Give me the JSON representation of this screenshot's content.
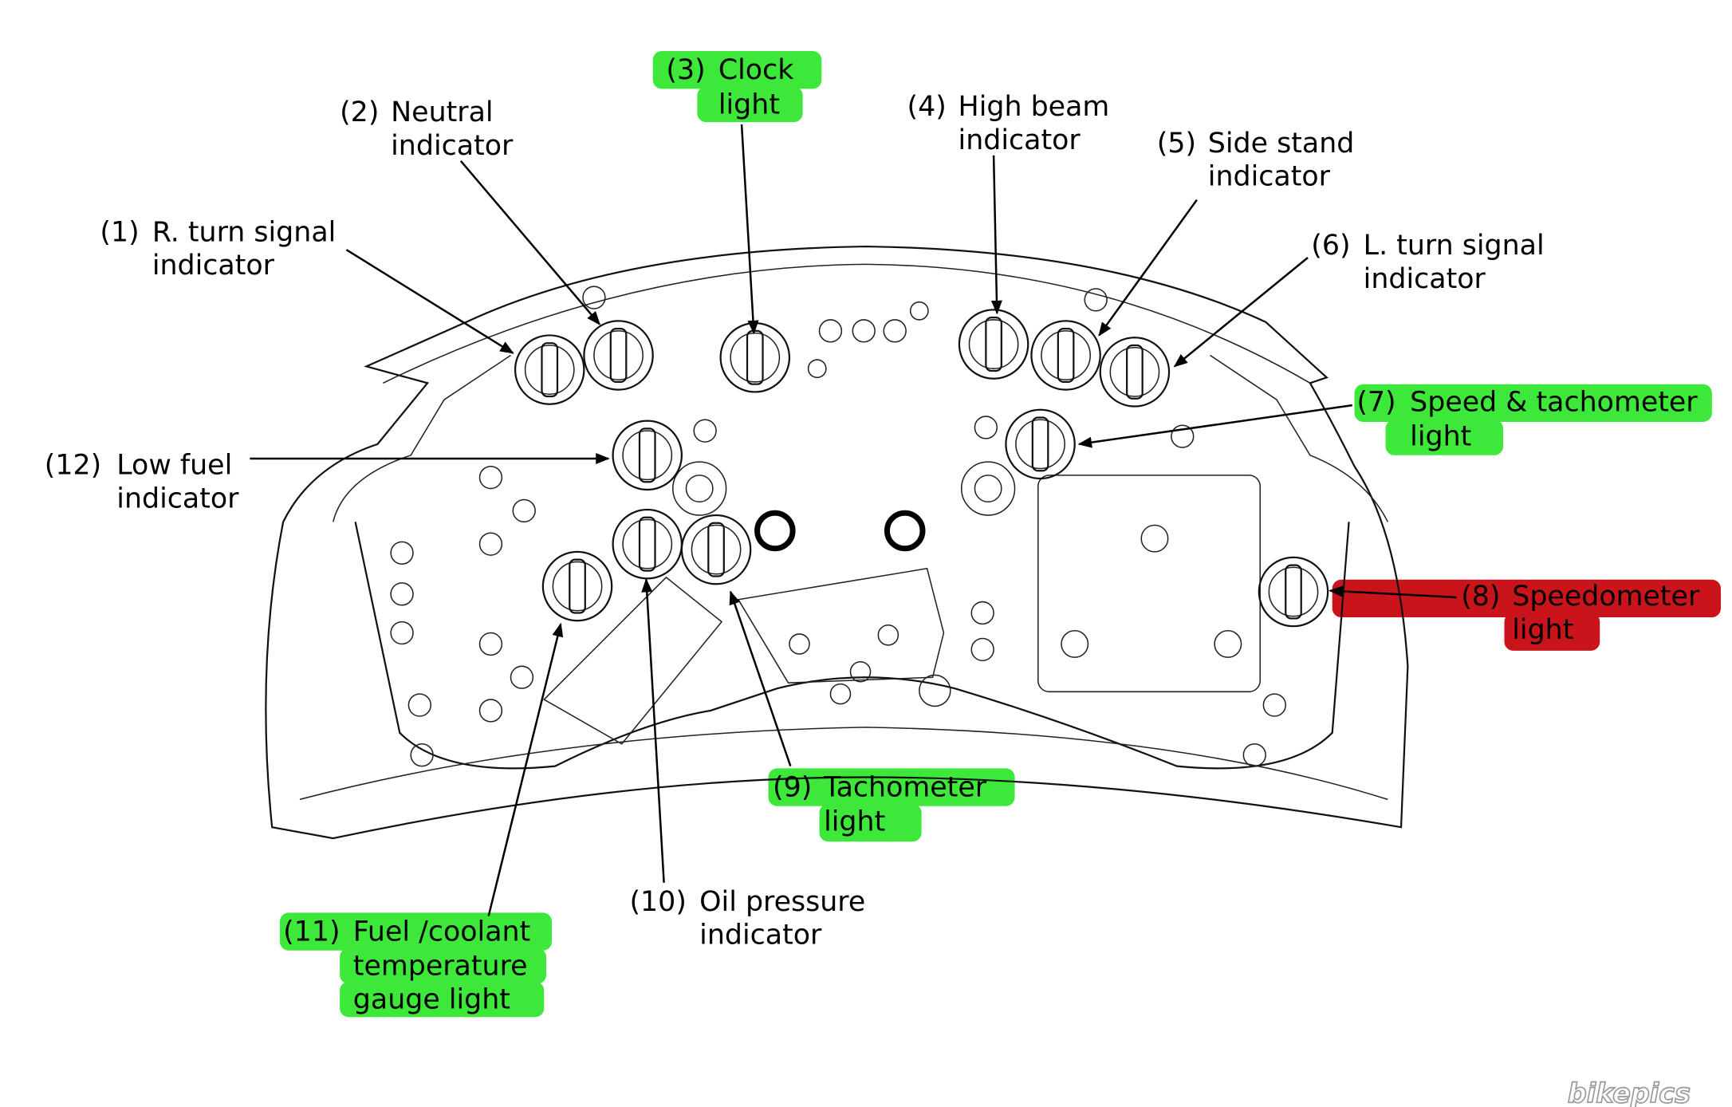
{
  "title": "Instrument cluster bulb locations",
  "colors": {
    "highlight_green": "#3de83a",
    "highlight_red": "#c8141a"
  },
  "labels": [
    {
      "num": "(1)",
      "lines": [
        "R. turn signal",
        "indicator"
      ],
      "highlight": "none"
    },
    {
      "num": "(2)",
      "lines": [
        "Neutral",
        "indicator"
      ],
      "highlight": "none"
    },
    {
      "num": "(3)",
      "lines": [
        "Clock",
        "light"
      ],
      "highlight": "green"
    },
    {
      "num": "(4)",
      "lines": [
        "High beam",
        "indicator"
      ],
      "highlight": "none"
    },
    {
      "num": "(5)",
      "lines": [
        "Side stand",
        "indicator"
      ],
      "highlight": "none"
    },
    {
      "num": "(6)",
      "lines": [
        "L. turn signal",
        "indicator"
      ],
      "highlight": "none"
    },
    {
      "num": "(7)",
      "lines": [
        "Speed & tachometer",
        "light"
      ],
      "highlight": "green"
    },
    {
      "num": "(8)",
      "lines": [
        "Speedometer",
        "light"
      ],
      "highlight": "red"
    },
    {
      "num": "(9)",
      "lines": [
        "Tachometer",
        "light"
      ],
      "highlight": "green"
    },
    {
      "num": "(10)",
      "lines": [
        "Oil pressure",
        "indicator"
      ],
      "highlight": "none"
    },
    {
      "num": "(11)",
      "lines": [
        "Fuel /coolant",
        "temperature",
        "gauge light"
      ],
      "highlight": "green"
    },
    {
      "num": "(12)",
      "lines": [
        "Low fuel",
        "indicator"
      ],
      "highlight": "none"
    }
  ],
  "watermark": "bikepics"
}
